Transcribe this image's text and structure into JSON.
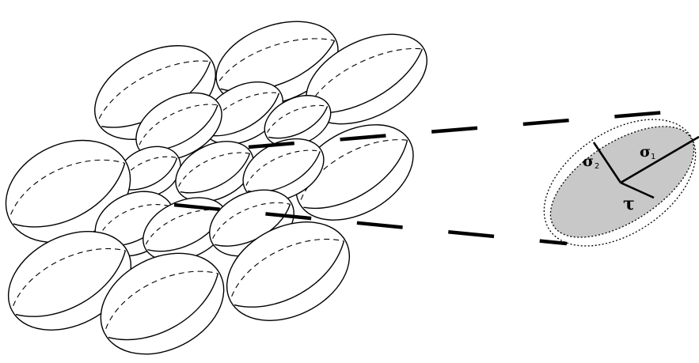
{
  "labels": {
    "sigma1": "σ",
    "sigma1_sub": "1",
    "sigma2": "σ",
    "sigma2_sub": "2",
    "tau": "τ"
  },
  "colors": {
    "stroke": "#000000",
    "grain_fill": "#ffffff",
    "stress_fill": "#c8c8c8",
    "background": "#ffffff"
  }
}
